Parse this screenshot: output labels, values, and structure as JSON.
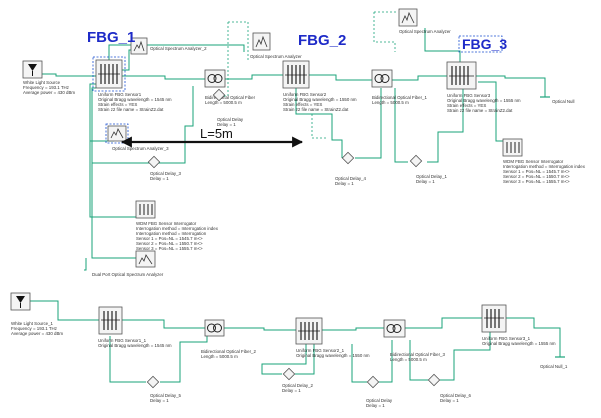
{
  "labels": {
    "fbg1": "FBG_1",
    "fbg2": "FBG_2",
    "fbg3": "FBG_3",
    "distance": "L=5m"
  },
  "top": {
    "wls": [
      "White Light Source",
      "Frequency = 193.1 THz",
      "Average power = 430 dBm"
    ],
    "fbg1": [
      "Uniform FBG Sensor1",
      "Original Bragg wavelength = 1545 nm",
      "Strain effects = YES",
      "Strain z2 file name = StrainZ2.dat"
    ],
    "osa2": [
      "Optical Spectrum Analyzer_2"
    ],
    "osa3": [
      "Optical Spectrum Analyzer_3"
    ],
    "osa_top": [
      "Optical Spectrum Analyzer"
    ],
    "fiber1": [
      "Bidirectional Optical Fiber",
      "Length = 5000.5 m"
    ],
    "fbg2": [
      "Uniform FBG Sensor2",
      "Original Bragg wavelength = 1550 nm",
      "Strain effects = YES",
      "Strain z2 file name = StrainZ2.dat"
    ],
    "fiber2": [
      "Bidirectional Optical Fiber_1",
      "Length = 5000.5 m"
    ],
    "fbg3": [
      "Uniform FBG Sensor3",
      "Original Bragg wavelength = 1555 nm",
      "Strain effects = YES",
      "Strain z2 file name = StrainZ2.dat"
    ],
    "null": [
      "Optical Null"
    ],
    "delay_mid": [
      "Optical Delay",
      "Delay = 1"
    ],
    "delay3": [
      "Optical Delay_3",
      "Delay = 1"
    ],
    "delay4": [
      "Optical Delay_4",
      "Delay = 1"
    ],
    "delay1": [
      "Optical Delay_1",
      "Delay = 1"
    ],
    "wdm_right": [
      "WDM FBG Sensor Interrogator",
      "Interrogation method = Interrogation index",
      "Sensor 1 = Pos=NL = 1545.7 m&lt;&gt;",
      "Sensor 2 = Pos=NL = 1550.7 m&lt;&gt;",
      "Sensor 3 = Pos=NL = 1555.7 m&lt;&gt;"
    ],
    "wdm_left": [
      "WDM FBG Sensor Interrogator",
      "Interrogation method = Interrogation index",
      "Interrogation method = Interrogation",
      "Sensor 1 = Pos=NL = 1545.7 m&lt;&gt;",
      "Sensor 2 = Pos=NL = 1550.7 m&lt;&gt;",
      "Sensor 3 = Pos=NL = 1555.7 m&lt;&gt;"
    ],
    "dualosa": [
      "Dual Port Optical Spectrum Analyzer"
    ]
  },
  "bottom": {
    "wls": [
      "White Light Source_1",
      "Frequency = 193.1 THz",
      "Average power = 430 dBm"
    ],
    "fbg1": [
      "Uniform FBG Sensor1_1",
      "Original Bragg wavelength = 1545 nm"
    ],
    "fiber2": [
      "Bidirectional Optical Fiber_2",
      "Length = 5000.5 m"
    ],
    "fbgB": [
      "Uniform FBG Sensor2_1",
      "Original Bragg wavelength = 1550 nm"
    ],
    "fiber3": [
      "Bidirectional Optical Fiber_3",
      "Length = 5000.5 m"
    ],
    "fbgC": [
      "Uniform FBG Sensor3_1",
      "Original Bragg wavelength = 1555 nm"
    ],
    "null": [
      "Optical Null_1"
    ],
    "delay5": [
      "Optical Delay_5",
      "Delay = 1"
    ],
    "delay2": [
      "Optical Delay_2",
      "Delay = 1"
    ],
    "delay6": [
      "Optical Delay_6",
      "Delay = 1"
    ],
    "delay7": [
      "Optical Delay",
      "Delay = 1"
    ]
  }
}
